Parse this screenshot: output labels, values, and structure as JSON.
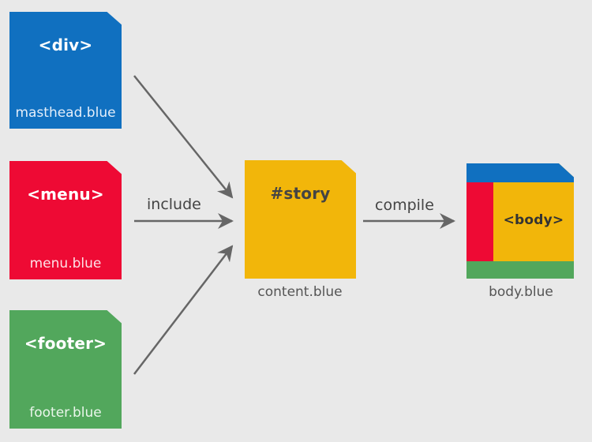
{
  "sources": [
    {
      "key": "masthead",
      "tag": "<div>",
      "filename": "masthead.blue",
      "color": "#1070c0"
    },
    {
      "key": "menu",
      "tag": "<menu>",
      "filename": "menu.blue",
      "color": "#ee0a34"
    },
    {
      "key": "footer",
      "tag": "<footer>",
      "filename": "footer.blue",
      "color": "#52a75c"
    }
  ],
  "content": {
    "tag": "#story",
    "filename": "content.blue",
    "color": "#f2b60a"
  },
  "body": {
    "tag": "<body>",
    "filename": "body.blue"
  },
  "edges": {
    "include_label": "include",
    "compile_label": "compile"
  },
  "colors": {
    "background": "#e9e9e9",
    "arrow": "#666666"
  }
}
